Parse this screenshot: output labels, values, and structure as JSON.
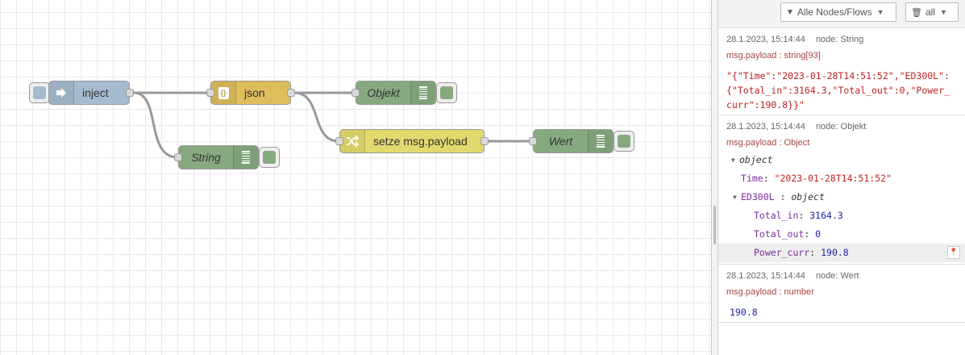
{
  "flow": {
    "nodes": {
      "inject": {
        "label": "inject",
        "color": "#a6bbcf"
      },
      "json": {
        "label": "json",
        "color": "#debd5c",
        "icon": "{}"
      },
      "objekt": {
        "label": "Objekt",
        "color": "#87a980"
      },
      "string": {
        "label": "String",
        "color": "#87a980"
      },
      "change": {
        "label": "setze msg.payload",
        "color": "#e2d96e"
      },
      "wert": {
        "label": "Wert",
        "color": "#87a980"
      }
    }
  },
  "sidebar": {
    "filter_label": "Alle Nodes/Flows",
    "clear_label": "all",
    "messages": [
      {
        "time": "28.1.2023, 15:14:44",
        "node": "node: String",
        "topic": "msg.payload : string[93]",
        "value": "\"{\"Time\":\"2023-01-28T14:51:52\",\"ED300L\":{\"Total_in\":3164.3,\"Total_out\":0,\"Power_curr\":190.8}}\""
      },
      {
        "time": "28.1.2023, 15:14:44",
        "node": "node: Objekt",
        "topic": "msg.payload : Object",
        "tree": {
          "root_label": "object",
          "time_key": "Time",
          "time_value": "\"2023-01-28T14:51:52\"",
          "ed_key": "ED300L",
          "ed_type": "object",
          "total_in_key": "Total_in",
          "total_in_value": "3164.3",
          "total_out_key": "Total_out",
          "total_out_value": "0",
          "power_key": "Power_curr",
          "power_value": "190.8"
        }
      },
      {
        "time": "28.1.2023, 15:14:44",
        "node": "node: Wert",
        "topic": "msg.payload : number",
        "value": "190.8"
      }
    ]
  }
}
